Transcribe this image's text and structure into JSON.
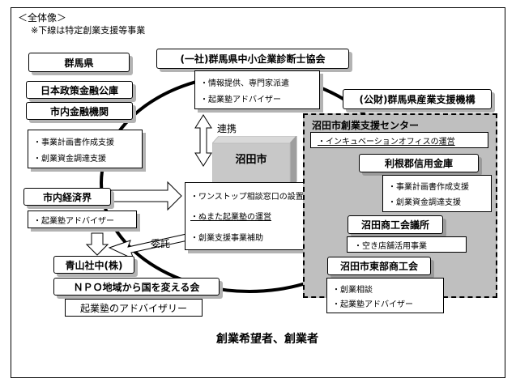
{
  "header": {
    "title": "＜全体像＞",
    "note": "※下線は特定創業支援等事業"
  },
  "orgs": {
    "gunma_pref": "群馬県",
    "jfc": "日本政策金融公庫",
    "city_banks": "市内金融機関",
    "city_banks_items": [
      "・事業計画書作成支援",
      "・創業資金調達支援"
    ],
    "city_business": "市内経済界",
    "city_business_items": [
      "・起業塾アドバイザー"
    ],
    "aoyama": "青山社中(株)",
    "npo": "ＮＰＯ地域から国を変える会",
    "advisory": "起業塾のアドバイザリー",
    "smeca": "(一社)群馬県中小企業診断士協会",
    "smeca_items": [
      "・情報提供、専門家派遣",
      "・起業塾アドバイザー"
    ],
    "gunma_industry": "(公財)群馬県産業支援機構",
    "numata_city": "沼田市",
    "numata_items": [
      "・ワンストップ相談窓口の設置",
      "・ぬまた起業塾の運営",
      "・創業支援事業補助"
    ],
    "center": "沼田市創業支援センター",
    "center_item": "・インキュベーションオフィスの運営",
    "tone_bank": "利根郡信用金庫",
    "tone_bank_items": [
      "・事業計画書作成支援",
      "・創業資金調達支援"
    ],
    "chamber": "沼田商工会議所",
    "chamber_item": "・空き店舗活用事業",
    "east_chamber": "沼田市東部商工会",
    "east_chamber_items": [
      "・創業相談",
      "・起業塾アドバイザー"
    ]
  },
  "labels": {
    "cooperation": "連携",
    "commission": "委託",
    "target": "創業希望者、創業者"
  }
}
